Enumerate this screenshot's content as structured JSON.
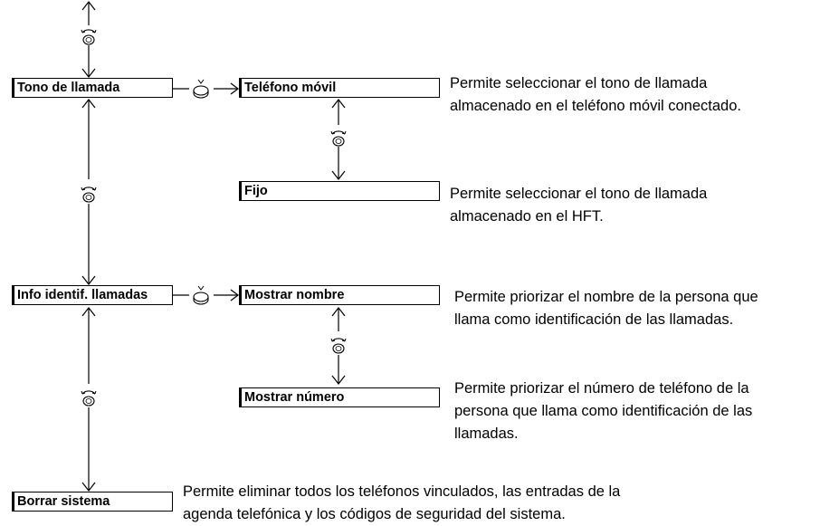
{
  "menu": {
    "tono": {
      "label": "Tono de llamada",
      "options": [
        {
          "label": "Teléfono móvil",
          "desc": [
            "Permite seleccionar el tono de llamada",
            "almacenado en el teléfono móvil conectado."
          ]
        },
        {
          "label": "Fijo",
          "desc": [
            "Permite seleccionar el tono de llamada",
            "almacenado en el HFT."
          ]
        }
      ]
    },
    "info": {
      "label": "Info identif. llamadas",
      "options": [
        {
          "label": "Mostrar nombre",
          "desc": [
            "Permite priorizar el nombre de la persona que",
            "llama como identificación de las llamadas."
          ]
        },
        {
          "label": "Mostrar número",
          "desc": [
            "Permite priorizar el número de teléfono de la",
            "persona que llama como identificación de las",
            "llamadas."
          ]
        }
      ]
    },
    "borrar": {
      "label": "Borrar sistema",
      "desc": [
        "Permite eliminar todos los teléfonos vinculados, las entradas de la",
        "agenda telefónica y los códigos de seguridad del sistema."
      ]
    }
  },
  "icons": {
    "rotate": "rotate-knob-icon",
    "press": "press-knob-icon"
  }
}
